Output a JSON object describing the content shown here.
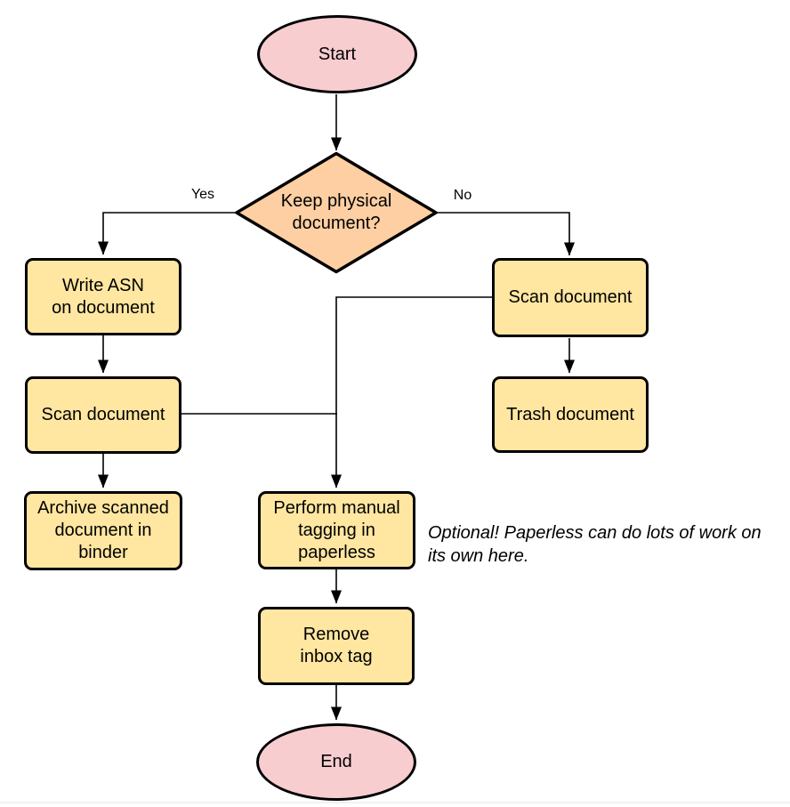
{
  "diagram": {
    "type": "flowchart",
    "background": "#ffffff",
    "colors": {
      "terminator_fill": "#f8cdd0",
      "decision_fill": "#fdcfa2",
      "process_fill": "#ffe6a1",
      "shape_stroke": "#000000",
      "edge_stroke": "#000000",
      "text": "#000000",
      "bottom_divider": "#f1f2f4"
    },
    "nodes": {
      "start": {
        "label": "Start",
        "shape": "ellipse"
      },
      "decision_keep_physical": {
        "label": "Keep physical\ndocument?",
        "shape": "diamond"
      },
      "write_asn": {
        "label": "Write ASN\non document",
        "shape": "rounded-rect"
      },
      "scan_document_left": {
        "label": "Scan document",
        "shape": "rounded-rect"
      },
      "archive_scanned": {
        "label": "Archive scanned\ndocument in\nbinder",
        "shape": "rounded-rect"
      },
      "scan_document_right": {
        "label": "Scan document",
        "shape": "rounded-rect"
      },
      "trash_document": {
        "label": "Trash document",
        "shape": "rounded-rect"
      },
      "manual_tagging": {
        "label": "Perform manual\ntagging in\npaperless",
        "shape": "rounded-rect"
      },
      "remove_inbox_tag": {
        "label": "Remove\ninbox tag",
        "shape": "rounded-rect"
      },
      "end": {
        "label": "End",
        "shape": "ellipse"
      }
    },
    "edges": [
      {
        "from": "start",
        "to": "decision_keep_physical",
        "label": ""
      },
      {
        "from": "decision_keep_physical",
        "to": "write_asn",
        "label": "Yes"
      },
      {
        "from": "decision_keep_physical",
        "to": "scan_document_right",
        "label": "No"
      },
      {
        "from": "write_asn",
        "to": "scan_document_left",
        "label": ""
      },
      {
        "from": "scan_document_left",
        "to": "archive_scanned",
        "label": ""
      },
      {
        "from": "scan_document_left",
        "to": "manual_tagging",
        "label": ""
      },
      {
        "from": "scan_document_right",
        "to": "trash_document",
        "label": ""
      },
      {
        "from": "scan_document_right",
        "to": "manual_tagging",
        "label": ""
      },
      {
        "from": "manual_tagging",
        "to": "remove_inbox_tag",
        "label": ""
      },
      {
        "from": "remove_inbox_tag",
        "to": "end",
        "label": ""
      }
    ],
    "annotation": "Optional! Paperless can do lots of work on\nits own here."
  }
}
